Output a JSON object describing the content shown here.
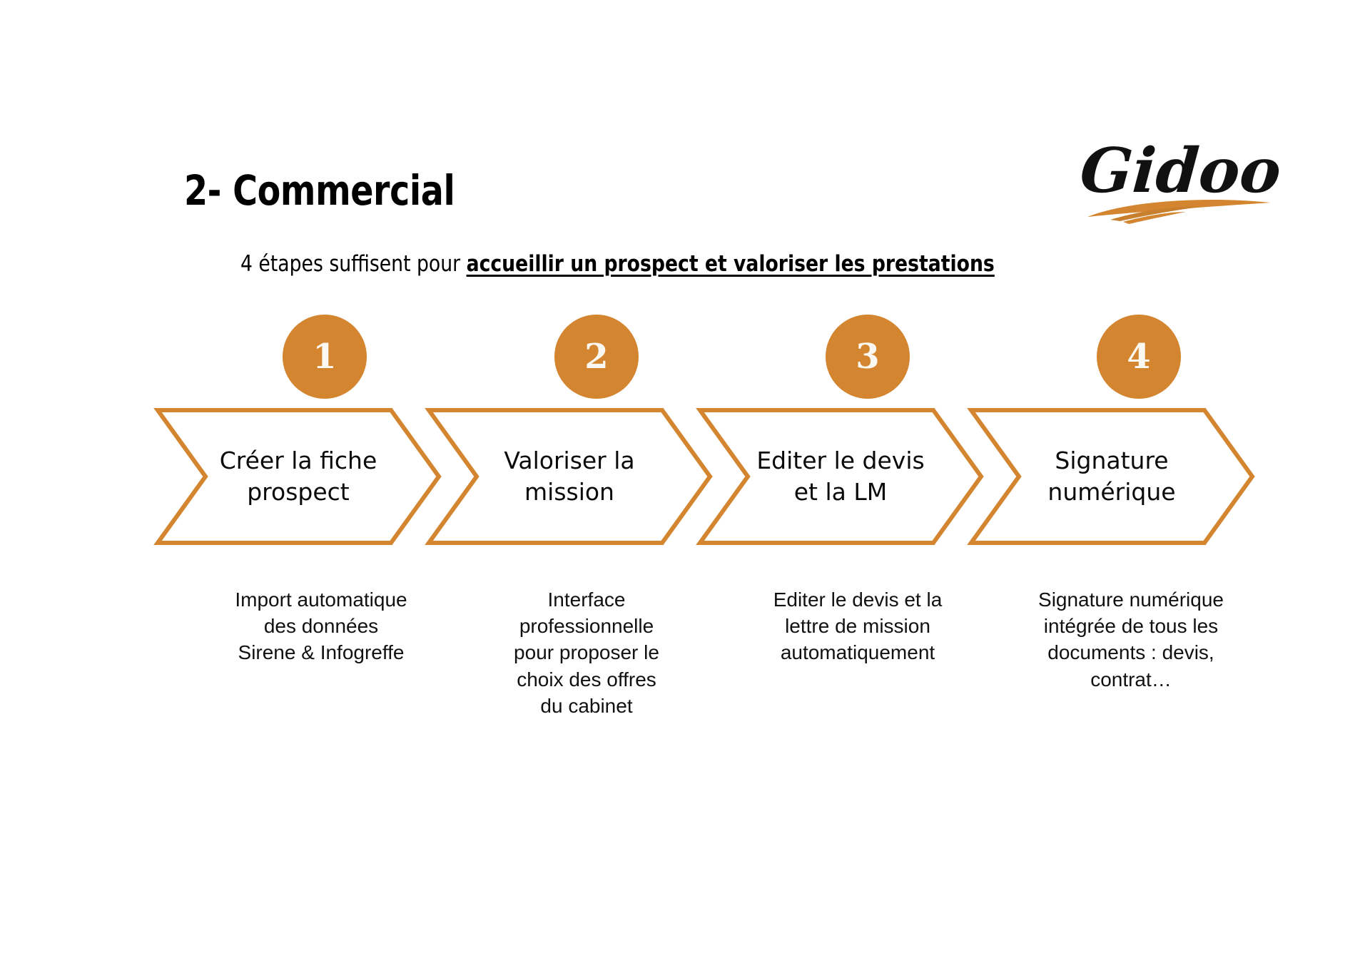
{
  "slide": {
    "title": "2- Commercial",
    "subtitle_lead": "4 étapes suffisent pour ",
    "subtitle_emphasis": "accueillir un prospect et valoriser les prestations",
    "background_color": "#FFFFFF"
  },
  "logo": {
    "wordmark": "Gidoo",
    "text_color": "#111111",
    "swoosh_color": "#D4852F"
  },
  "theme": {
    "accent": "#D4852F",
    "circle_fill": "#D4852F",
    "circle_text": "#FBF8F1",
    "chevron_stroke": "#D4852F",
    "chevron_fill": "#FFFFFF",
    "body_text": "#111111"
  },
  "steps": [
    {
      "number": "1",
      "label": "Créer la fiche\nprospect",
      "caption": "Import automatique\ndes données\nSirene & Infogreffe"
    },
    {
      "number": "2",
      "label": "Valoriser la\nmission",
      "caption": "Interface\nprofessionnelle\npour proposer le\nchoix des offres\ndu cabinet"
    },
    {
      "number": "3",
      "label": "Editer le devis\net la LM",
      "caption": "Editer le devis et la\nlettre de mission\nautomatiquement"
    },
    {
      "number": "4",
      "label": "Signature\nnumérique",
      "caption": "Signature numérique\nintégrée de tous les\ndocuments : devis,\ncontrat…"
    }
  ]
}
